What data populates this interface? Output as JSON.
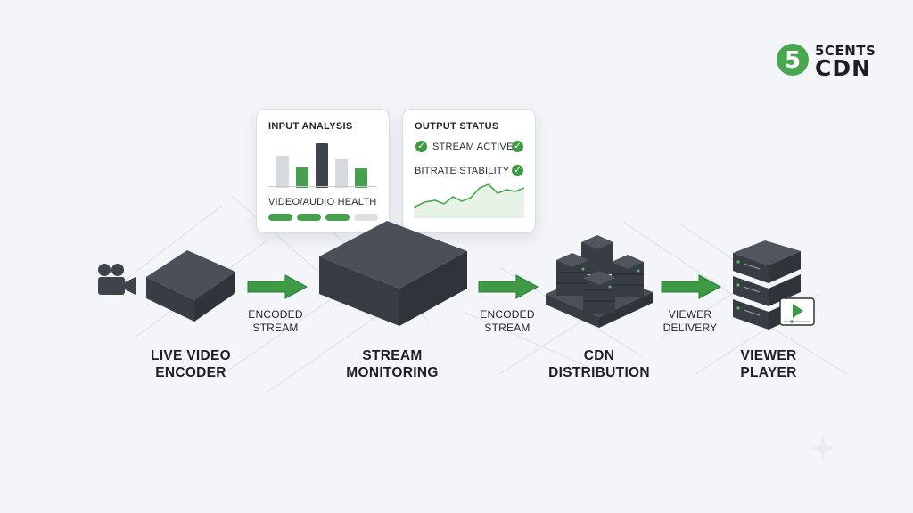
{
  "brand": {
    "logo_number": "5",
    "logo_top": "5CENTS",
    "logo_bottom": "CDN",
    "accent": "#3e9a45"
  },
  "panels": {
    "input_analysis": {
      "title": "INPUT ANALYSIS",
      "health_label": "VIDEO/AUDIO HEALTH"
    },
    "output_status": {
      "title": "OUTPUT STATUS",
      "stream_active": "STREAM ACTIVE",
      "bitrate_stability": "BITRATE STABILITY"
    }
  },
  "stages": {
    "encoder": "LIVE VIDEO\nENCODER",
    "monitoring": "STREAM\nMONITORING",
    "cdn": "CDN\nDISTRIBUTION",
    "player": "VIEWER\nPLAYER"
  },
  "flows": {
    "encoded_1": "ENCODED\nSTREAM",
    "encoded_2": "ENCODED\nSTREAM",
    "delivery": "VIEWER\nDELIVERY"
  },
  "icons": {
    "camera": "video-camera-icon",
    "play": "play-screen-icon",
    "check": "check-icon"
  },
  "colors": {
    "device": "#3f434b",
    "arrow": "#3e9a45",
    "bar_gray": "#d6d9dd",
    "bar_green": "#46a04d",
    "bar_dark": "#3f434b"
  }
}
